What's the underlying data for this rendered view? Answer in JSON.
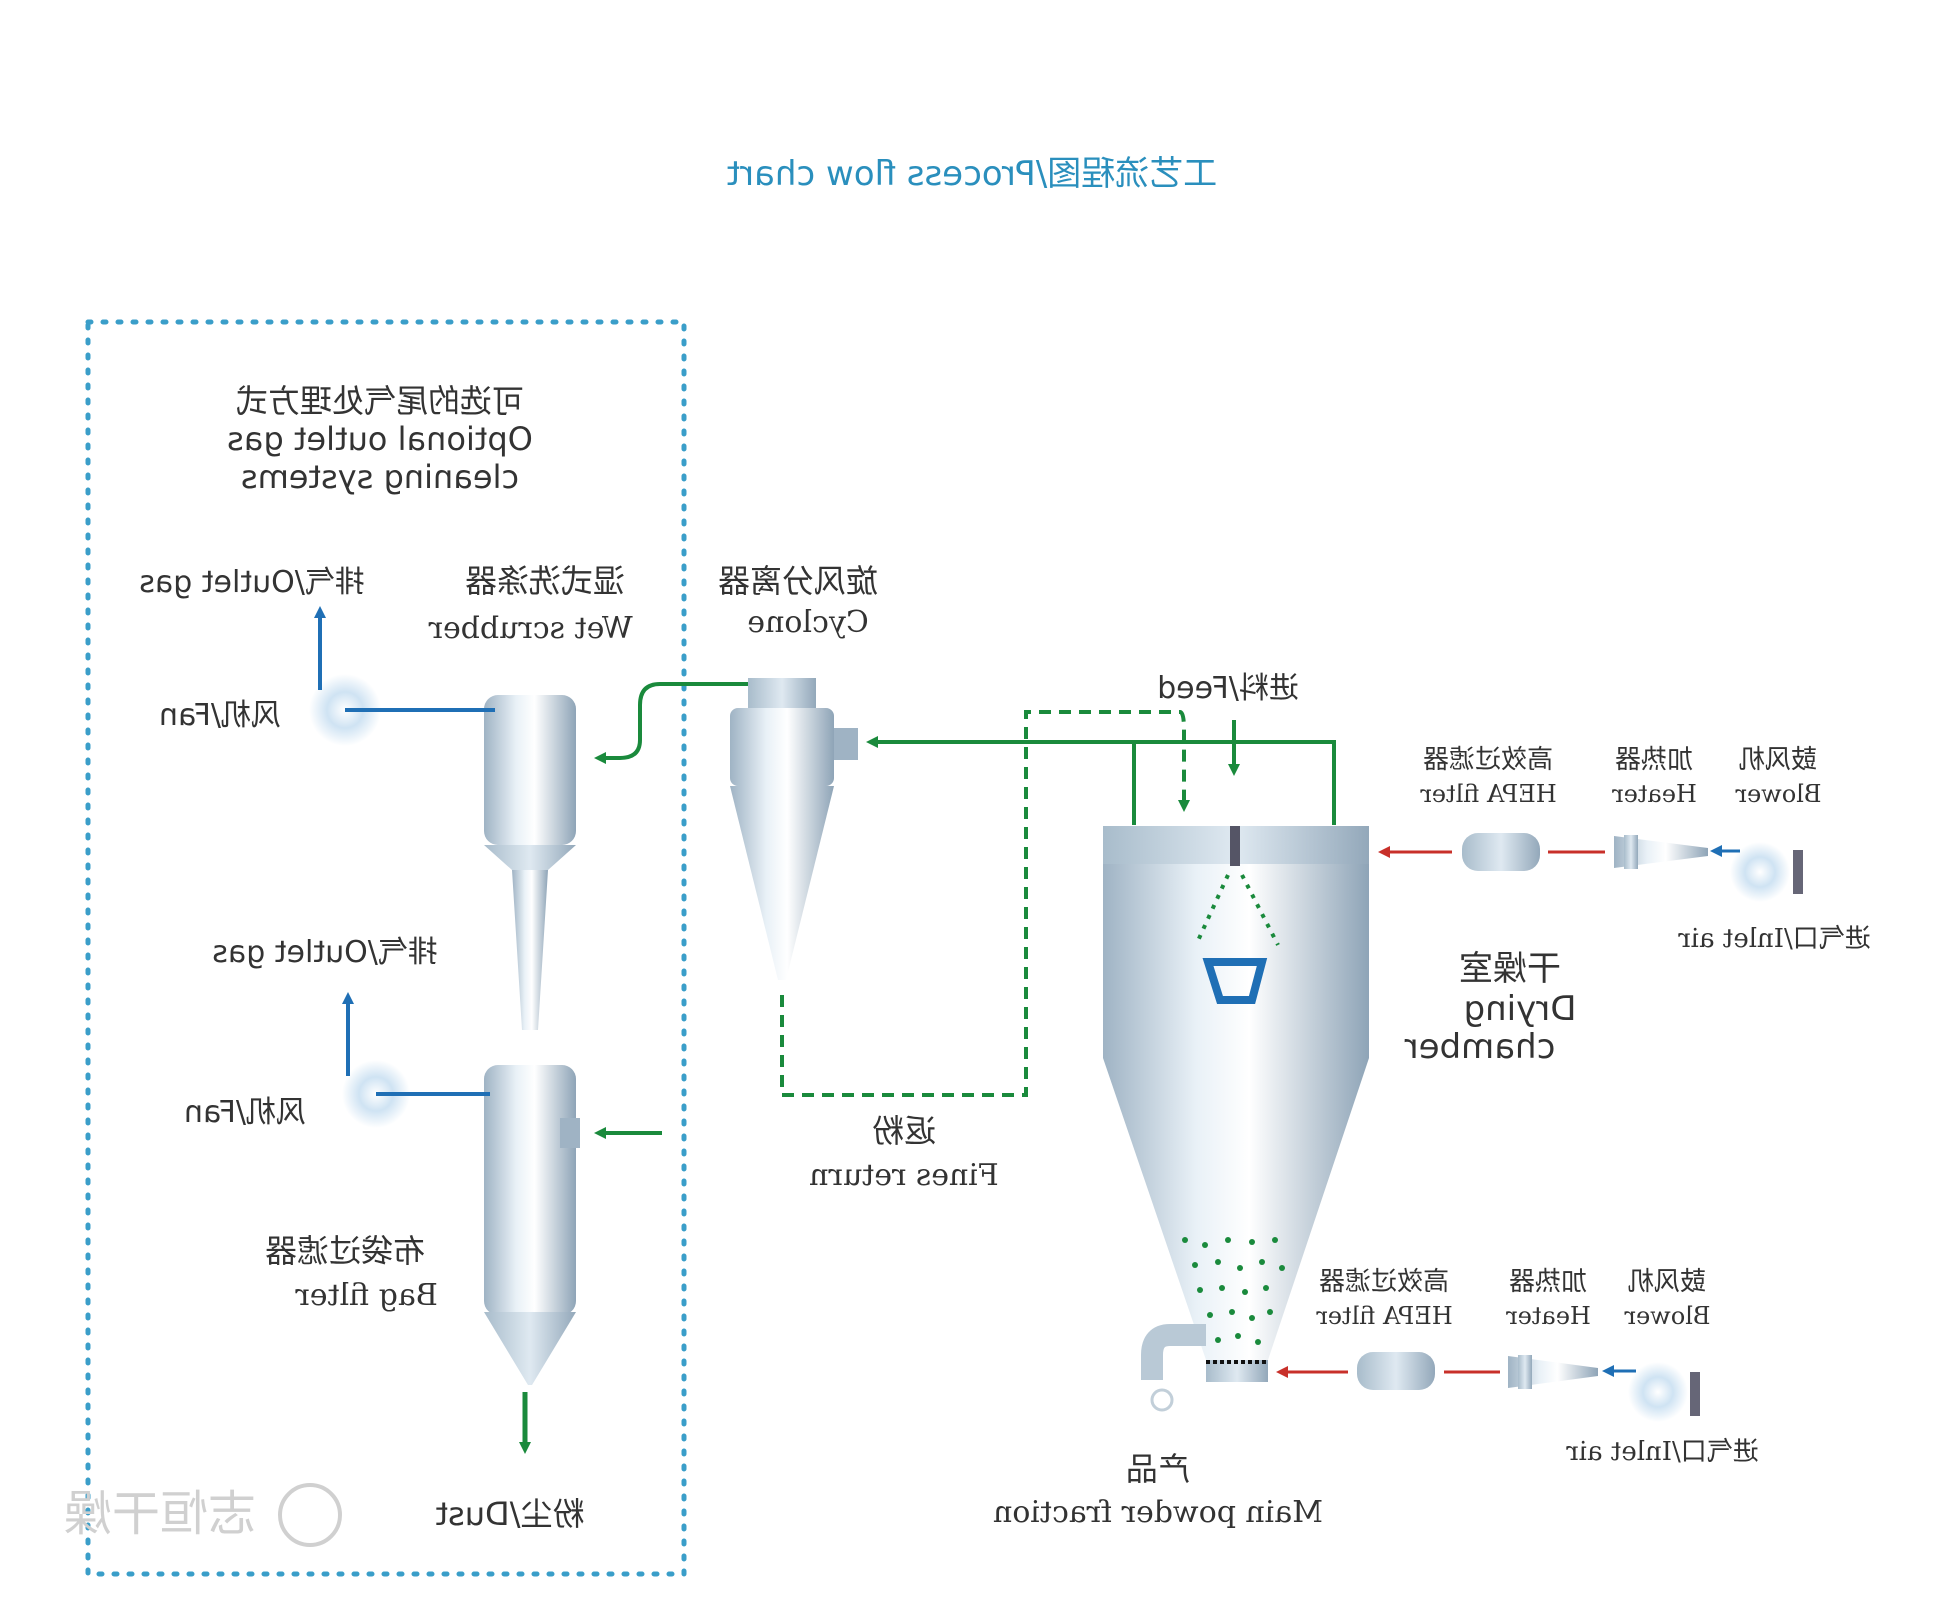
{
  "title": "工艺流程图/Process flow chart",
  "optional_box": {
    "line1": "可选的尾气处理方式",
    "line2": "Optional outlet gas",
    "line3": "cleaning systems"
  },
  "outlet_gas_top": "排气/Outlet gas",
  "wet_scrubber_cn": "湿式洗涤器",
  "wet_scrubber_en": "Wet scrubber",
  "cyclone_cn": "旋风分离器",
  "cyclone_en": "Cyclone",
  "fan_top": "风机/Fan",
  "feed": "进料/Feed",
  "hepa_top_cn": "高效过滤器",
  "hepa_top_en": "HEPA filter",
  "heater_top_cn": "加热器",
  "heater_top_en": "Heater",
  "blower_top_cn": "鼓风机",
  "blower_top_en": "Blower",
  "inlet_air_top": "进气口/Inlet air",
  "outlet_gas_mid": "排气/Outlet gas",
  "drying_chamber_cn": "干燥室",
  "drying_chamber_en1": "Drying",
  "drying_chamber_en2": "chamber",
  "fan_mid": "风机/Fan",
  "fines_return_cn": "返粉",
  "fines_return_en": "Fines return",
  "bag_filter_cn": "布袋过滤器",
  "bag_filter_en": "Bag filter",
  "hepa_bot_cn": "高效过滤器",
  "hepa_bot_en": "HEPA filter",
  "heater_bot_cn": "加热器",
  "heater_bot_en": "Heater",
  "blower_bot_cn": "鼓风机",
  "blower_bot_en": "Blower",
  "inlet_air_bot": "进气口/Inlet air",
  "product_cn": "产品",
  "product_en": "Main powder fraction",
  "dust": "粉尘/Dust",
  "watermark": "志恒干燥",
  "colors": {
    "title": "#2a8fbd",
    "green_flow": "#1a8a3c",
    "blue_flow": "#1f6fb5",
    "red_flow": "#c8302a",
    "dotted_frame": "#3a9ec9"
  }
}
